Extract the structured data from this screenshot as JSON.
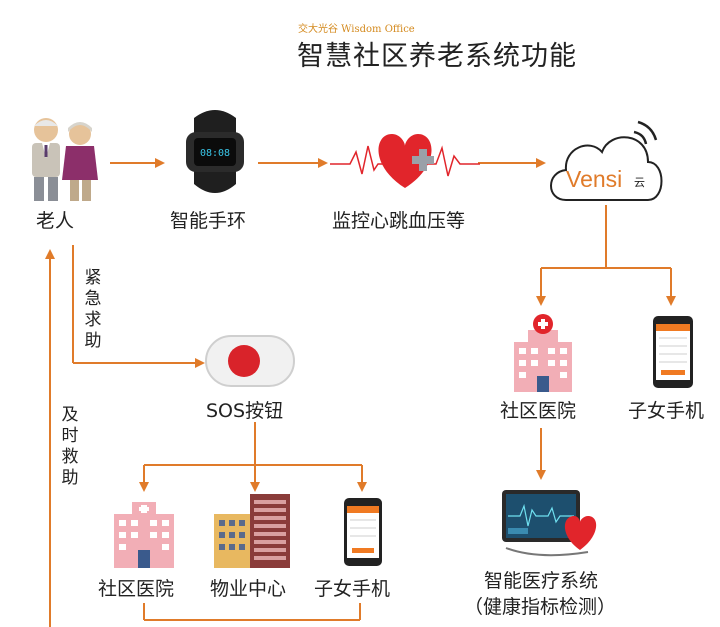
{
  "watermark": "交大光谷 Wisdom Office",
  "title": "智慧社区养老系统功能",
  "nodes": {
    "elderly": "老人",
    "bracelet": "智能手环",
    "monitor": "监控心跳血压等",
    "cloud_brand": "Vensi",
    "cloud_suffix": "云",
    "sos": "SOS按钮",
    "hospital_right": "社区医院",
    "phone_right": "子女手机",
    "hospital_bottom": "社区医院",
    "property": "物业中心",
    "phone_bottom": "子女手机",
    "medical_line1": "智能医疗系统",
    "medical_line2": "（健康指标检测）"
  },
  "edge_labels": {
    "emergency": "紧急求助",
    "rescue": "及时救助"
  },
  "colors": {
    "arrow": "#e07b2a",
    "heart": "#e1252b",
    "brand": "#e07b2a",
    "sos_red": "#d9232a"
  }
}
